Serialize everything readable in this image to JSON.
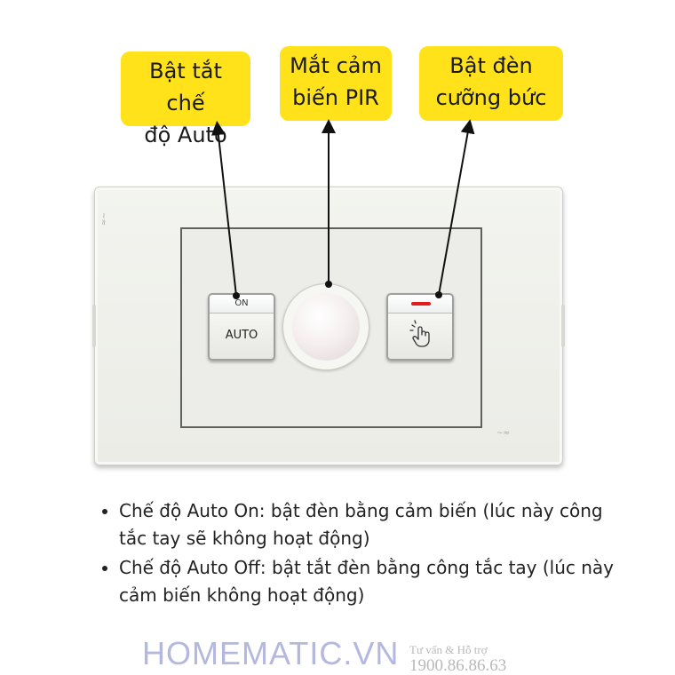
{
  "callouts": {
    "auto_mode": "Bật tắt chế\nđộ Auto",
    "pir": "Mắt cảm\nbiến PIR",
    "forced_on": "Bật đèn\ncưỡng bức"
  },
  "switch": {
    "on_label": "ON",
    "auto_label": "AUTO"
  },
  "notes": [
    "Chế độ Auto On: bật đèn bằng cảm biến (lúc này công tắc tay sẽ không hoạt động)",
    "Chế độ Auto Off: bật tắt đèn bằng công tắc tay (lúc này cảm biến không hoạt động)"
  ],
  "footer": {
    "brand": "HOMEMATIC.VN",
    "tagline": "Tư vấn & Hỗ trợ",
    "phone": "1900.86.86.63"
  },
  "colors": {
    "callout_bg": "#ffe21a",
    "led": "#e21c1c",
    "brand": "#b5b8de"
  }
}
